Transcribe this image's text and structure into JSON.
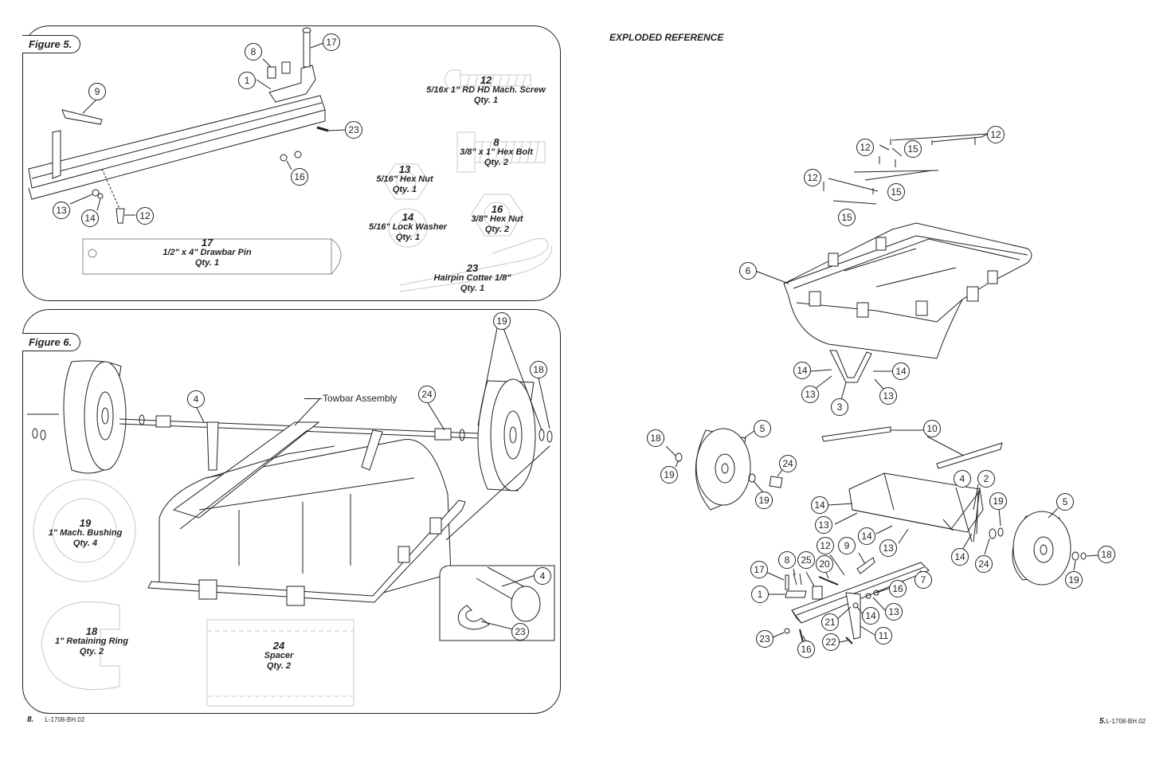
{
  "figure5": {
    "label": "Figure 5.",
    "parts": [
      {
        "num": "12",
        "desc": "5/16x 1\" RD HD Mach. Screw",
        "qty": "Qty. 1"
      },
      {
        "num": "8",
        "desc": "3/8\" x 1\" Hex Bolt",
        "qty": "Qty. 2"
      },
      {
        "num": "13",
        "desc": "5/16\" Hex Nut",
        "qty": "Qty. 1"
      },
      {
        "num": "14",
        "desc": "5/16\" Lock Washer",
        "qty": "Qty. 1"
      },
      {
        "num": "16",
        "desc": "3/8\" Hex Nut",
        "qty": "Qty. 2"
      },
      {
        "num": "17",
        "desc": "1/2\" x 4\" Drawbar Pin",
        "qty": "Qty. 1"
      },
      {
        "num": "23",
        "desc": "Hairpin Cotter 1/8\"",
        "qty": "Qty. 1"
      }
    ],
    "callouts": [
      "8",
      "17",
      "1",
      "9",
      "23",
      "16",
      "13",
      "14",
      "12"
    ]
  },
  "figure6": {
    "label": "Figure 6.",
    "towbar_label": "Towbar Assembly",
    "parts": [
      {
        "num": "19",
        "desc": "1\" Mach. Bushing",
        "qty": "Qty. 4"
      },
      {
        "num": "18",
        "desc": "1\" Retaining Ring",
        "qty": "Qty. 2"
      },
      {
        "num": "24",
        "desc": "Spacer",
        "qty": "Qty. 2"
      }
    ],
    "callouts": [
      "19",
      "18",
      "4",
      "24",
      "4",
      "23"
    ]
  },
  "exploded": {
    "heading": "EXPLODED REFERENCE",
    "callouts": [
      "12",
      "12",
      "15",
      "12",
      "15",
      "15",
      "6",
      "14",
      "14",
      "13",
      "13",
      "3",
      "10",
      "18",
      "5",
      "19",
      "24",
      "19",
      "4",
      "2",
      "14",
      "13",
      "14",
      "13",
      "19",
      "5",
      "18",
      "19",
      "14",
      "24",
      "9",
      "12",
      "8",
      "25",
      "20",
      "17",
      "7",
      "1",
      "16",
      "13",
      "14",
      "21",
      "11",
      "23",
      "16",
      "22"
    ]
  },
  "footer": {
    "left_page": "8.",
    "left_code": "L-1708-BH.02",
    "right_page": "5.",
    "right_code": "L-1708-BH.02"
  }
}
